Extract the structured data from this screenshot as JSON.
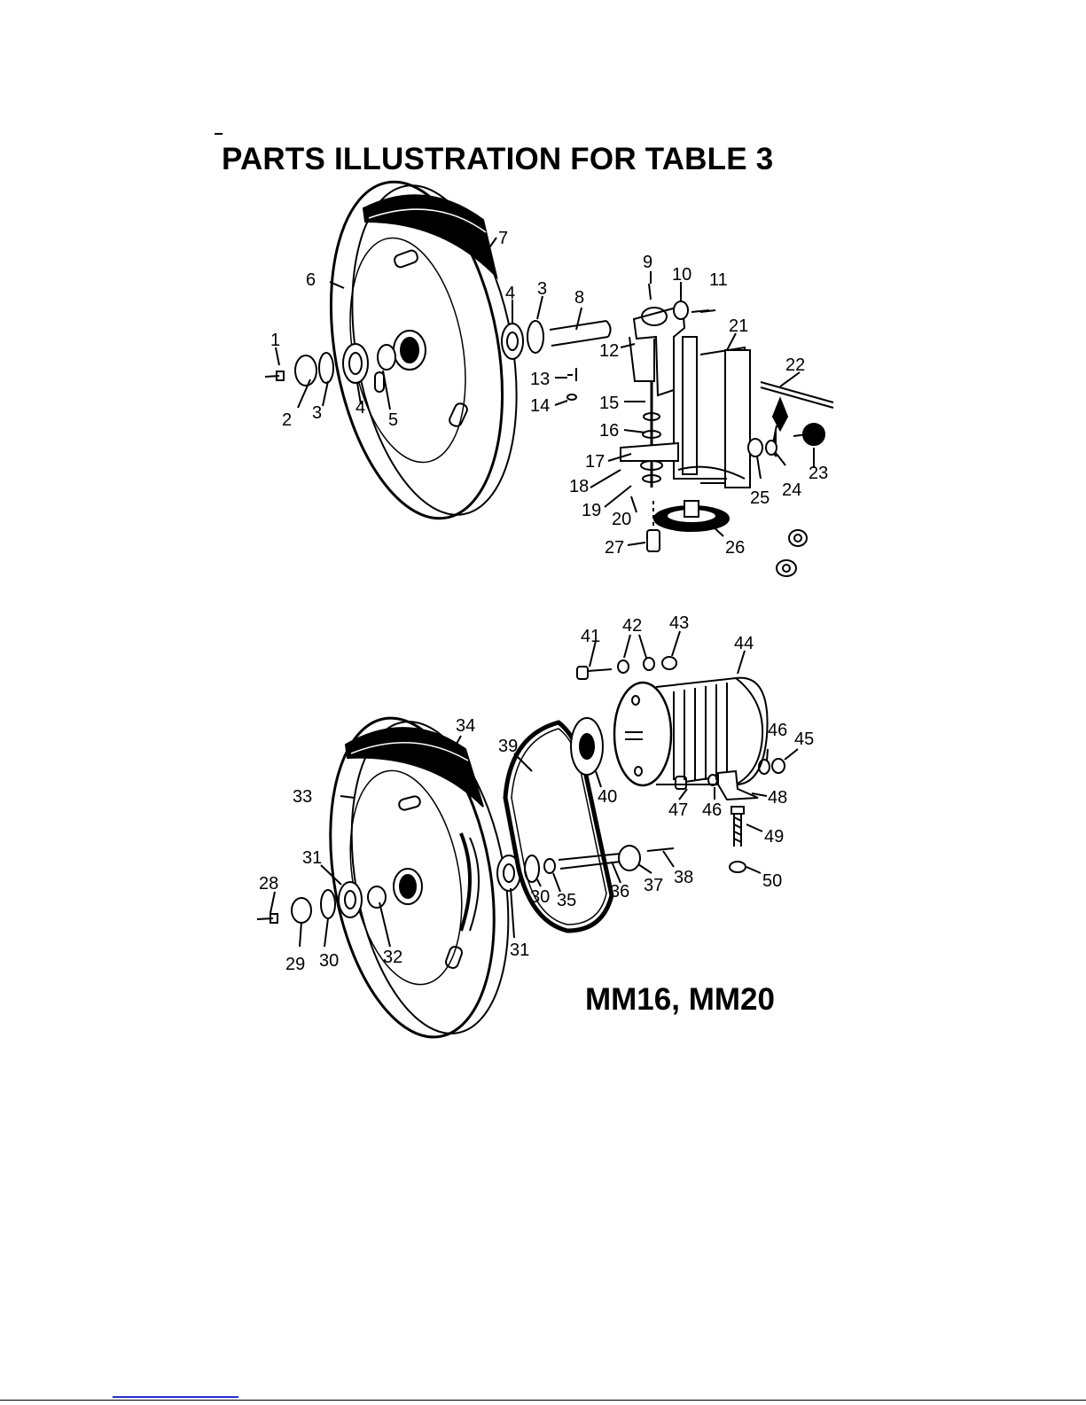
{
  "page": {
    "title": "PARTS ILLUSTRATION FOR TABLE 3",
    "model": "MM16, MM20"
  },
  "callouts": {
    "c1": "1",
    "c2": "2",
    "c3a": "3",
    "c3b": "3",
    "c4a": "4",
    "c4b": "4",
    "c5": "5",
    "c6": "6",
    "c7": "7",
    "c8": "8",
    "c9": "9",
    "c10": "10",
    "c11": "11",
    "c12": "12",
    "c13": "13",
    "c14": "14",
    "c15": "15",
    "c16": "16",
    "c17": "17",
    "c18": "18",
    "c19": "19",
    "c20": "20",
    "c21": "21",
    "c22": "22",
    "c23": "23",
    "c24": "24",
    "c25": "25",
    "c26": "26",
    "c27": "27",
    "c28": "28",
    "c29": "29",
    "c30a": "30",
    "c30b": "30",
    "c31a": "31",
    "c31b": "31",
    "c32": "32",
    "c33": "33",
    "c34": "34",
    "c35": "35",
    "c36": "36",
    "c37": "37",
    "c38": "38",
    "c39": "39",
    "c40": "40",
    "c41": "41",
    "c42": "42",
    "c43": "43",
    "c44": "44",
    "c45": "45",
    "c46a": "46",
    "c46b": "46",
    "c47": "47",
    "c48": "48",
    "c49": "49",
    "c50": "50"
  }
}
